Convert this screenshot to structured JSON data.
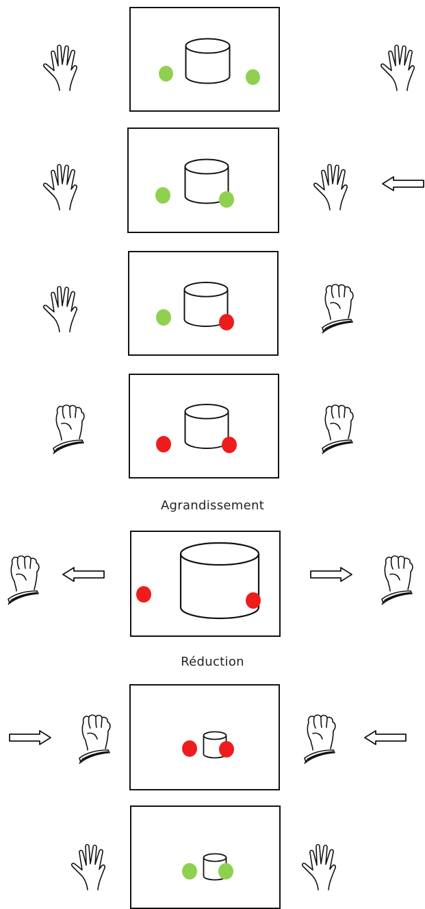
{
  "captions": {
    "enlarge": "Agrandissement",
    "reduce": "Réduction"
  },
  "colors": {
    "frame": "#111111",
    "open_marker": "#8fd14f",
    "grab_marker": "#ee1c1c",
    "stroke": "#111111"
  },
  "icons": {
    "open_hand": "open-hand-icon",
    "closed_hand": "fist-icon",
    "arrow_left": "arrow-left-icon",
    "arrow_right": "arrow-right-icon",
    "object": "cylinder-icon"
  },
  "steps": [
    {
      "left_hand": "open",
      "right_hand": "open",
      "left_marker": "open",
      "right_marker": "open"
    },
    {
      "left_hand": "open",
      "right_hand": "open",
      "right_arrow": "left",
      "left_marker": "open",
      "right_marker": "open"
    },
    {
      "left_hand": "open",
      "right_hand": "closed",
      "left_marker": "open",
      "right_marker": "grab"
    },
    {
      "left_hand": "closed",
      "right_hand": "closed",
      "left_marker": "grab",
      "right_marker": "grab"
    },
    {
      "caption": "Agrandissement",
      "left_hand": "closed",
      "right_hand": "closed",
      "left_arrow": "left",
      "right_arrow": "right",
      "left_marker": "grab",
      "right_marker": "grab"
    },
    {
      "caption": "Réduction",
      "left_hand": "closed",
      "right_hand": "closed",
      "left_arrow": "right",
      "right_arrow": "left",
      "left_marker": "grab",
      "right_marker": "grab"
    },
    {
      "left_hand": "open",
      "right_hand": "open",
      "left_marker": "open",
      "right_marker": "open"
    }
  ]
}
